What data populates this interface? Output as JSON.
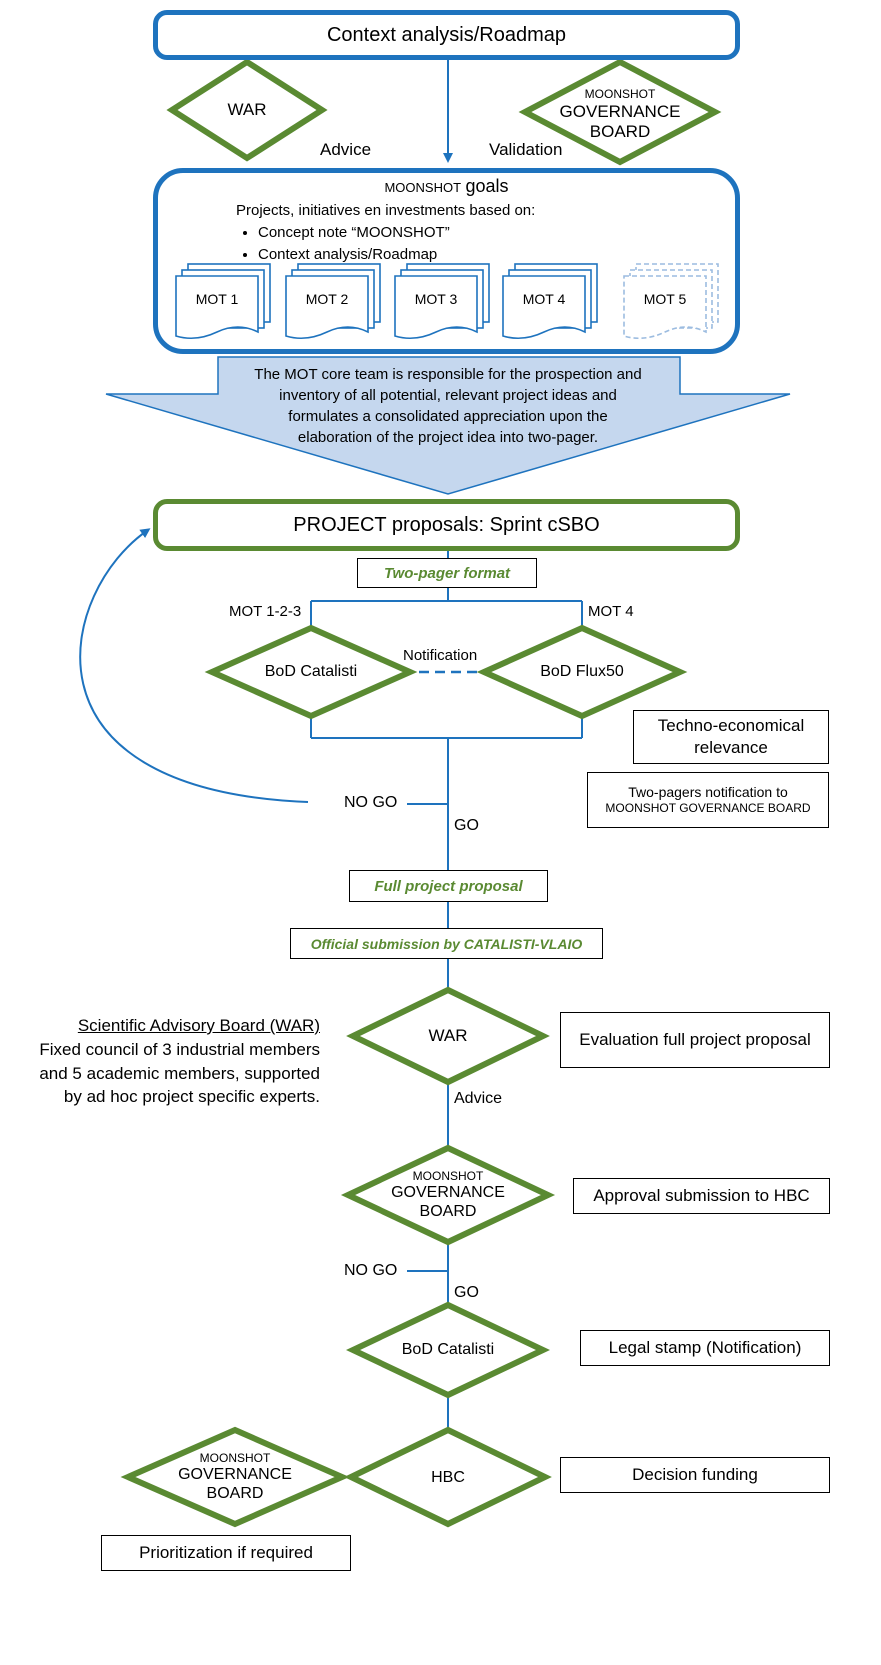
{
  "top": {
    "context": "Context analysis/Roadmap",
    "war": "WAR",
    "advice": "Advice",
    "validation": "Validation",
    "mgb_top": "MOONSHOT",
    "mgb_mid": "GOVERNANCE",
    "mgb_bot": "BOARD"
  },
  "goals": {
    "title_sc": "MOONSHOT",
    "title_rest": "goals",
    "intro": "Projects, initiatives en investments based on:",
    "bullet1": "Concept note “MOONSHOT”",
    "bullet2": "Context analysis/Roadmap",
    "mots": [
      "MOT 1",
      "MOT 2",
      "MOT 3",
      "MOT 4",
      "MOT 5"
    ]
  },
  "arrow_text": {
    "line1": "The MOT core team is responsible for the prospection and",
    "line2": "inventory of all potential, relevant project ideas and",
    "line3": "formulates a consolidated appreciation upon the",
    "line4": "elaboration of the project idea into two-pager."
  },
  "proposals": {
    "title": "PROJECT proposals: Sprint cSBO",
    "two_pager": "Two-pager format",
    "mot123": "MOT 1-2-3",
    "mot4": "MOT 4",
    "notification": "Notification",
    "bod_catalisti": "BoD Catalisti",
    "bod_flux": "BoD Flux50",
    "techno": "Techno-economical relevance",
    "notif_line1": "Two-pagers notification to",
    "notif_line2": "MOONSHOT GOVERNANCE BOARD",
    "nogo": "NO GO",
    "go": "GO",
    "full": "Full project proposal",
    "official": "Official submission by CATALISTI-VLAIO"
  },
  "evaluation": {
    "war_title": "Scientific Advisory Board (WAR)",
    "war_line1": "Fixed council of 3 industrial members",
    "war_line2": "and 5 academic members, supported",
    "war_line3": "by ad hoc project specific experts.",
    "war": "WAR",
    "eval_box": "Evaluation full project proposal",
    "advice": "Advice",
    "approval": "Approval submission to HBC",
    "nogo": "NO GO",
    "go": "GO",
    "bod_catalisti": "BoD Catalisti",
    "legal": "Legal stamp (Notification)",
    "hbc": "HBC",
    "decision": "Decision funding",
    "prioritization": "Prioritization if required"
  },
  "colors": {
    "blue": "#1E73BE",
    "green": "#5A8A32",
    "arrow_fill": "#C5D7EE",
    "arrow_stroke": "#1E73BE"
  }
}
